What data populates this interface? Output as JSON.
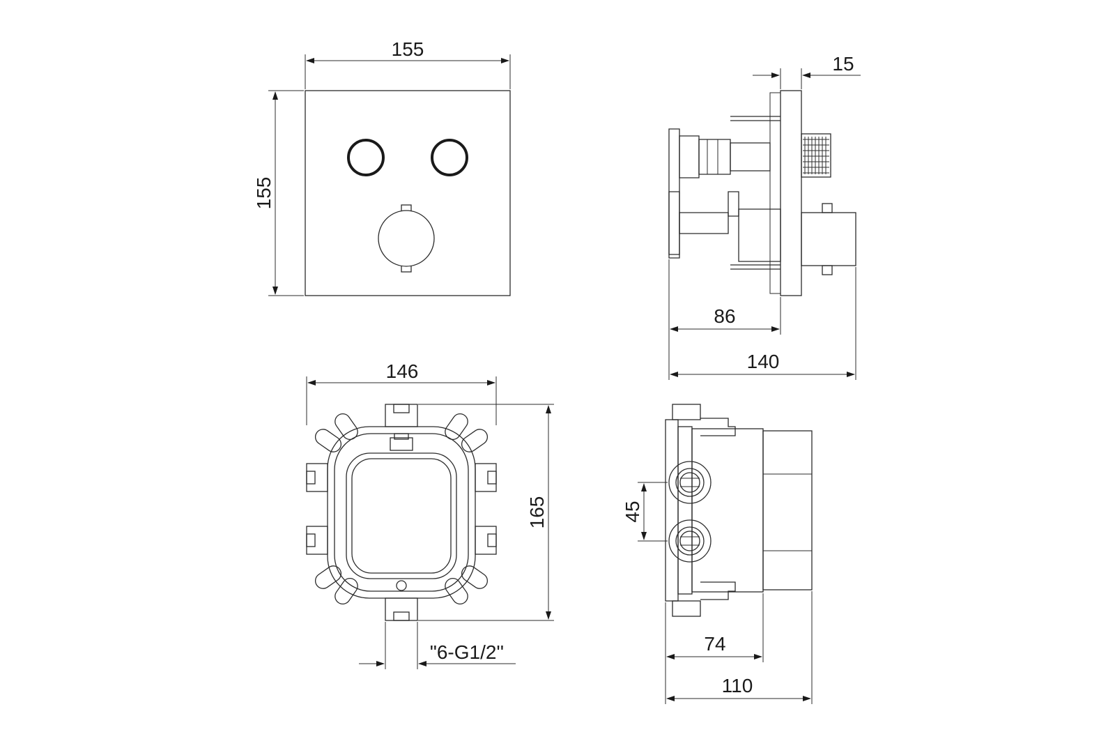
{
  "dimensions": {
    "front_width": "155",
    "front_height": "155",
    "side_projection": "15",
    "side_depth_86": "86",
    "side_depth_140": "140",
    "box_width": "146",
    "box_height": "165",
    "thread_spec": "\"6-G1/2''",
    "pitch_45": "45",
    "box_depth_74": "74",
    "box_depth_110": "110"
  },
  "colors": {
    "line": "#2b2b2b",
    "background": "#ffffff"
  }
}
